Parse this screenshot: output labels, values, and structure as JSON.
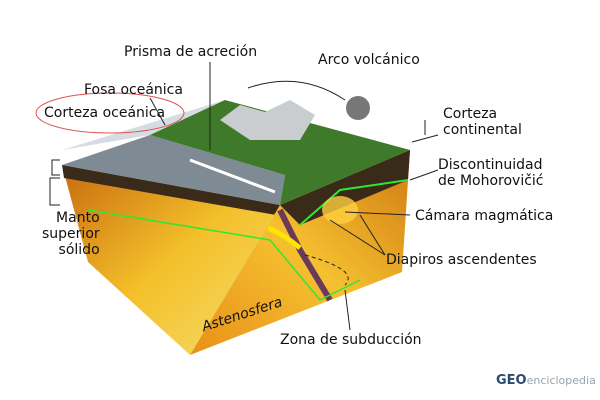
{
  "labels": {
    "prisma": "Prisma de acreción",
    "arco": "Arco volcánico",
    "fosa": "Fosa oceánica",
    "corteza_oceanica": "Corteza oceánica",
    "corteza_continental": "Corteza\ncontinental",
    "moho": "Discontinuidad\nde Mohorovičić",
    "manto": "Manto\nsuperior\nsólido",
    "camara": "Cámara magmática",
    "diapiros": "Diapiros ascendentes",
    "astenosfera": "Astenosfera",
    "zona": "Zona de subducción"
  },
  "logo": {
    "brand": "GEO",
    "suffix": "enciclopedia"
  },
  "colors": {
    "mantle": "#f0b020",
    "hot": "#f6e27a",
    "crust": "#3a2a1a",
    "moho_line": "#2ee82e",
    "ocean": "#9fb0bf",
    "land": "#3f7a2a"
  }
}
